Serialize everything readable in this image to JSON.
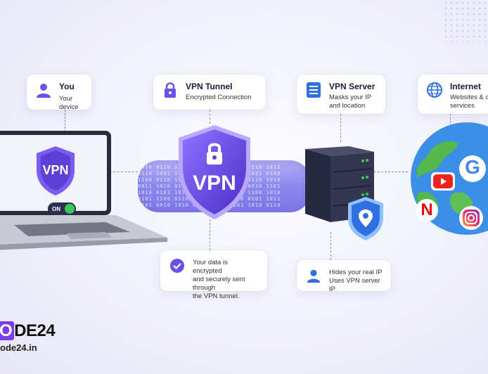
{
  "cards": {
    "you": {
      "title": "You",
      "sub": "Your device"
    },
    "tunnel": {
      "title": "VPN Tunnel",
      "sub": "Encrypted Connection"
    },
    "server": {
      "title": "VPN Server",
      "sub1": "Masks your IP",
      "sub2": "and location"
    },
    "internet": {
      "title": "Internet",
      "sub1": "Websites & o",
      "sub2": "services"
    },
    "encrypted": {
      "l1": "Your data is encrypted",
      "l2": "and securely sent through",
      "l3": "the VPN tunnel."
    },
    "hides": {
      "l1": "Hides your real IP",
      "l2": "Uses VPN server IP"
    }
  },
  "laptop": {
    "shield_label": "VPN",
    "toggle_label": "ON"
  },
  "main_shield": {
    "label": "VPN"
  },
  "tunnel_bits": "1010 0110 1010 1100 0101 1010 0110 1011\n0110 1001 1100 1010 0110 1001 1011 0100\n1100 0110 1010 0101 1101 0011 0110 1010\n0011 1010 0101 1100 0110 1011 0010 1101\n1010 0101 1011 0110 1001 0101 1100 1010\n0101 1100 0110 1010 0011 1010 0101 1011\n1101 0010 1010 0110 1100 0101 1010 0110",
  "logos": {
    "google": "G",
    "netflix": "N"
  },
  "branding": {
    "brand_prefix": "O",
    "brand_suffix": "DE24",
    "url": "ode24.in"
  },
  "colors": {
    "purple": "#6b4fe8",
    "blue": "#2f6fe0",
    "green": "#3cc75b"
  }
}
